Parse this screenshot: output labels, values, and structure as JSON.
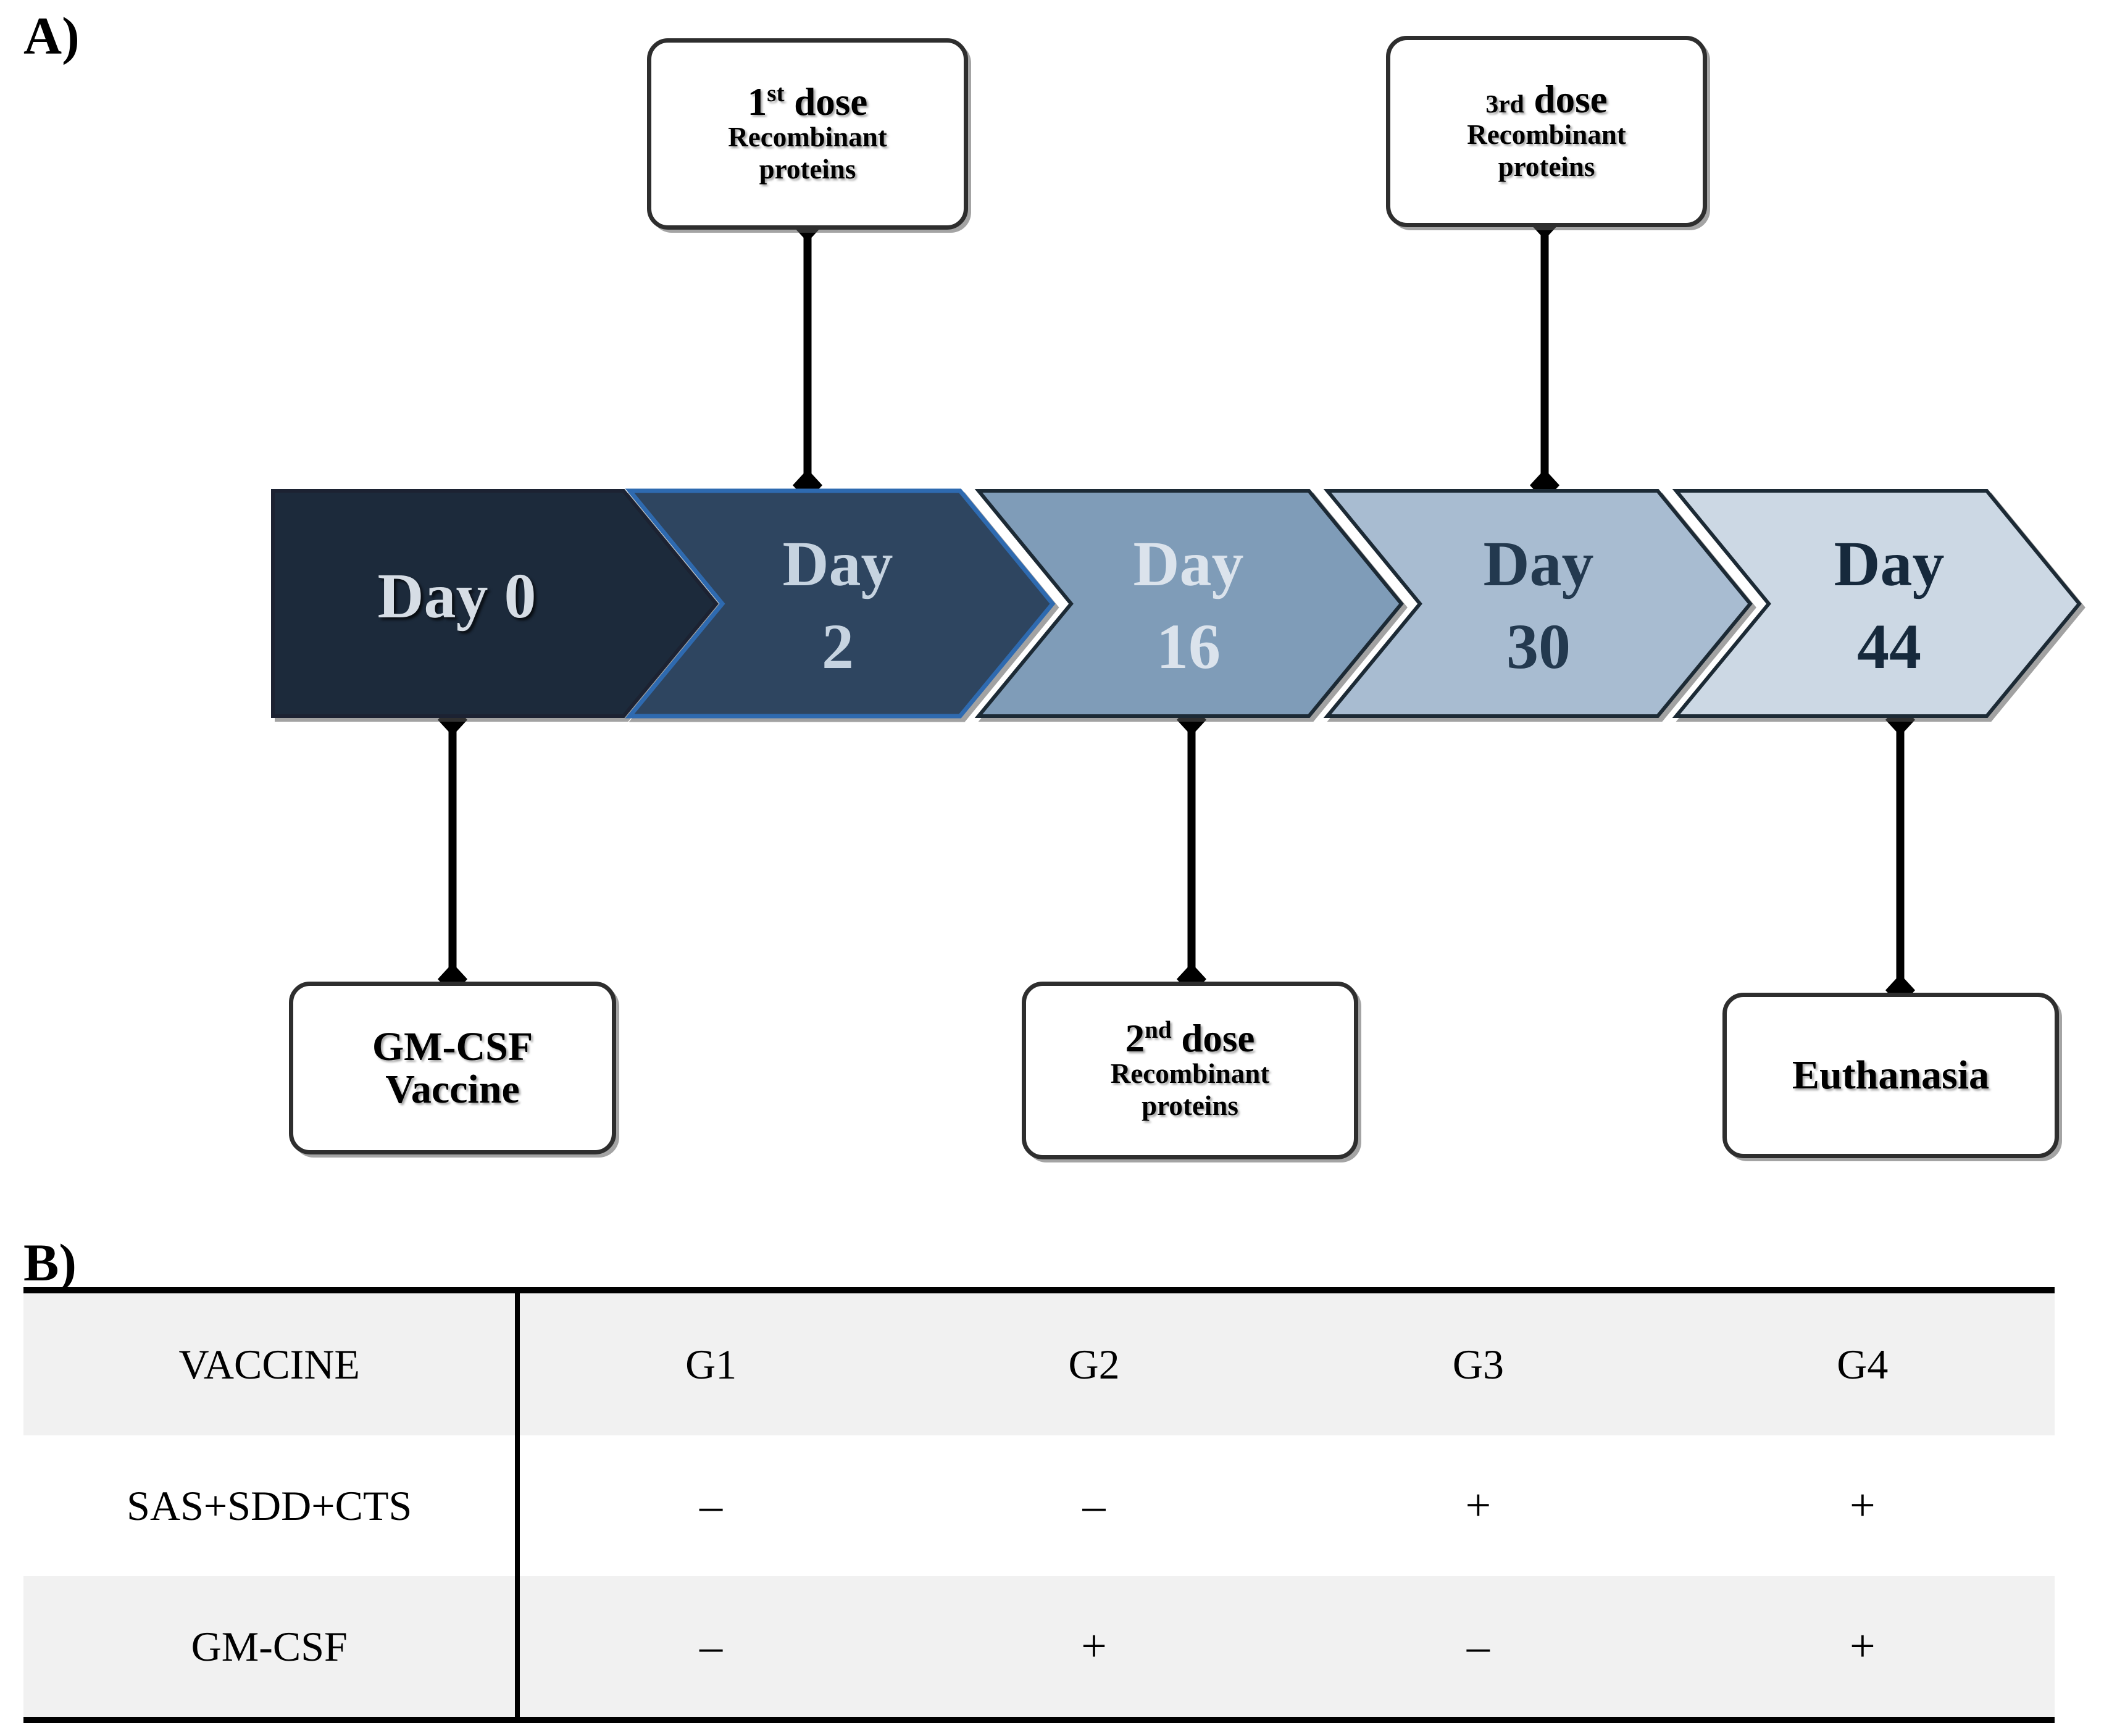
{
  "panels": {
    "a_label": "A)",
    "b_label": "B)"
  },
  "timeline": {
    "steps": [
      {
        "id": "day0",
        "line1": "Day 0",
        "line2": "",
        "fill": "#1e2b3a",
        "text_color": "#d6dde5",
        "stroke": "#1a2430"
      },
      {
        "id": "day2",
        "line1": "Day",
        "line2": "2",
        "fill": "#2e4560",
        "text_color": "#c6d3e0",
        "stroke": "#2f6bb0"
      },
      {
        "id": "day16",
        "line1": "Day",
        "line2": "16",
        "fill": "#7f9cb8",
        "text_color": "#dbe3ec",
        "stroke": "#1f2a36"
      },
      {
        "id": "day30",
        "line1": "Day",
        "line2": "30",
        "fill": "#a8bcd1",
        "text_color": "#23394f",
        "stroke": "#1f2a36"
      },
      {
        "id": "day44",
        "line1": "Day",
        "line2": "44",
        "fill": "#ccd8e4",
        "text_color": "#16293c",
        "stroke": "#1f2a36"
      }
    ]
  },
  "callouts": {
    "dose1": {
      "ordinal_num": "1",
      "ordinal_suffix": "st",
      "superscript": true,
      "dose_word": "dose",
      "sub1": "Recombinant",
      "sub2": "proteins"
    },
    "dose3": {
      "ordinal_num": "3",
      "ordinal_suffix": "rd",
      "superscript": false,
      "dose_word": "dose",
      "sub1": "Recombinant",
      "sub2": "proteins"
    },
    "dose2": {
      "ordinal_num": "2",
      "ordinal_suffix": "nd",
      "superscript": true,
      "dose_word": "dose",
      "sub1": "Recombinant",
      "sub2": "proteins"
    },
    "vaccine": {
      "line1": "GM-CSF",
      "line2": "Vaccine"
    },
    "euthanasia": {
      "line1": "Euthanasia"
    }
  },
  "table": {
    "header": [
      "VACCINE",
      "G1",
      "G2",
      "G3",
      "G4"
    ],
    "rows": [
      {
        "label": "SAS+SDD+CTS",
        "values": [
          "–",
          "–",
          "+",
          "+"
        ]
      },
      {
        "label": "GM-CSF",
        "values": [
          "–",
          "+",
          "–",
          "+"
        ]
      }
    ]
  },
  "colors": {
    "header_bg": "#f1f1f1",
    "row_alt_bg": "#f1f1f1",
    "rule": "#000000",
    "connector": "#000000"
  }
}
